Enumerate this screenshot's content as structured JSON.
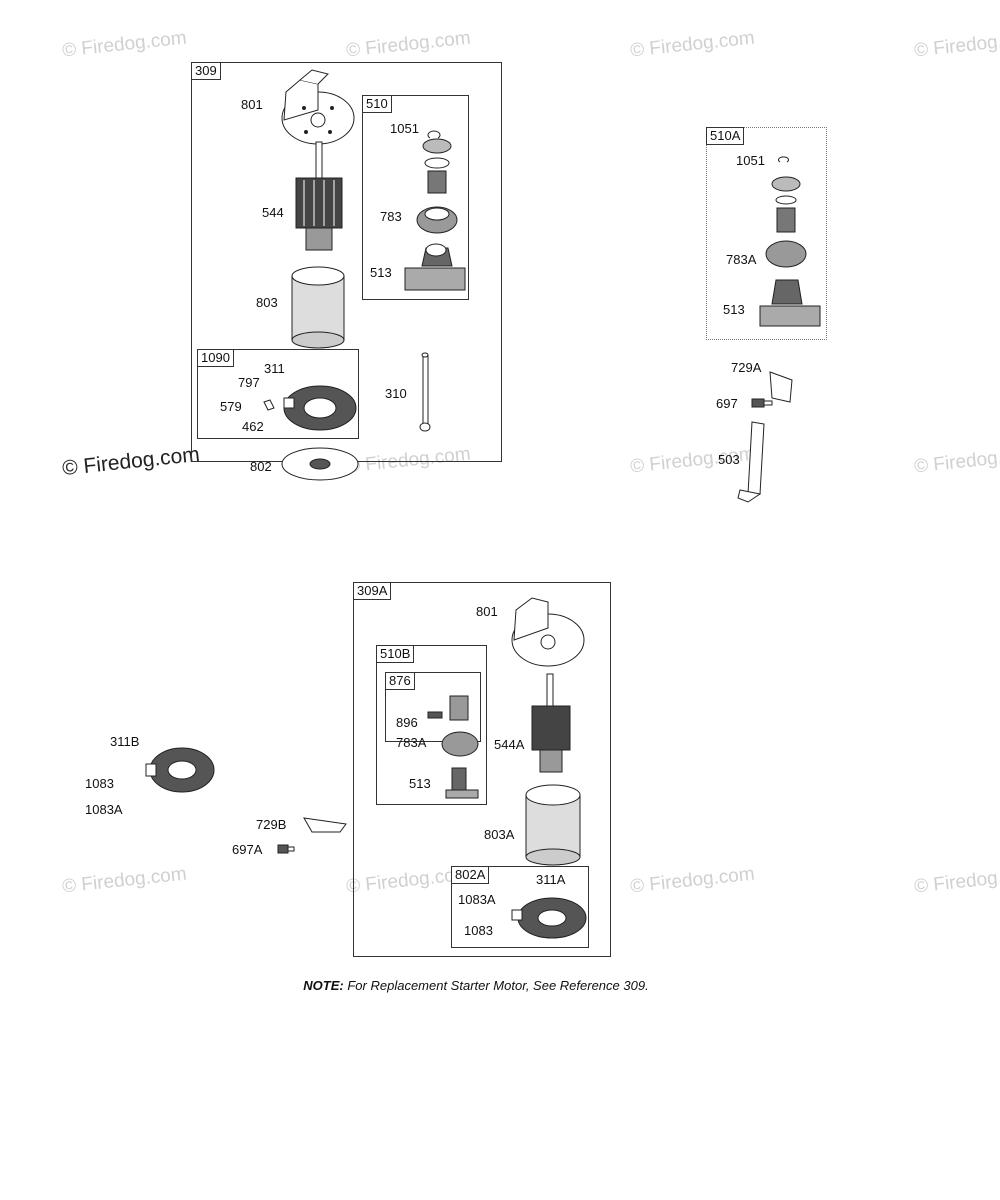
{
  "watermark": {
    "text": "© Firedog.com"
  },
  "groups": {
    "g309": "309",
    "g510": "510",
    "g1090": "1090",
    "g510A": "510A",
    "g309A": "309A",
    "g510B": "510B",
    "g876": "876",
    "g802A": "802A"
  },
  "parts": {
    "p801": "801",
    "p544": "544",
    "p803": "803",
    "p311": "311",
    "p797": "797",
    "p579": "579",
    "p462": "462",
    "p310": "310",
    "p802": "802",
    "p1051": "1051",
    "p783": "783",
    "p513": "513",
    "p1051b": "1051",
    "p783A": "783A",
    "p513b": "513",
    "p729A": "729A",
    "p697": "697",
    "p503": "503",
    "p311B": "311B",
    "p1083": "1083",
    "p1083A": "1083A",
    "p729B": "729B",
    "p697A": "697A",
    "p801b": "801",
    "p896": "896",
    "p783Ab": "783A",
    "p513c": "513",
    "p544A": "544A",
    "p803A": "803A",
    "p311A": "311A",
    "p1083Ab": "1083A",
    "p1083b": "1083"
  },
  "note": {
    "prefix": "NOTE:",
    "text": " For Replacement Starter Motor, See Reference 309."
  }
}
